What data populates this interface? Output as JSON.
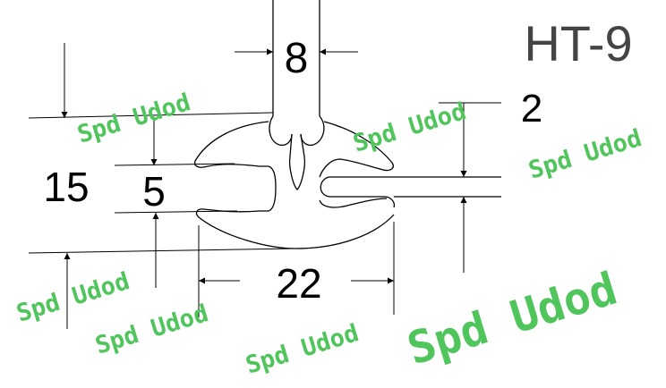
{
  "drawing": {
    "model": "HT-9",
    "dimensions": {
      "top_slot_width": "8",
      "lip_thickness": "2",
      "total_height": "15",
      "center_gap": "5",
      "bottom_width": "22"
    }
  },
  "watermark": {
    "text": "Spd Udod",
    "color": "#4fc55c"
  },
  "colors": {
    "line": "#000000",
    "model_text": "#444444"
  }
}
